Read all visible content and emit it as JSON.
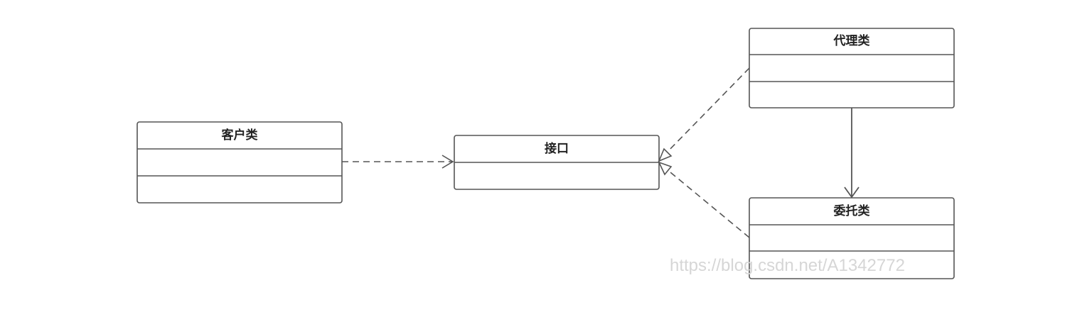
{
  "diagram": {
    "classes": {
      "client": {
        "title": "客户类"
      },
      "iface": {
        "title": "接口"
      },
      "proxy": {
        "title": "代理类"
      },
      "delegate": {
        "title": "委托类"
      }
    },
    "relations": [
      {
        "from": "客户类",
        "to": "接口",
        "style": "dashed-open-arrow"
      },
      {
        "from": "代理类",
        "to": "接口",
        "style": "dashed-hollow-triangle"
      },
      {
        "from": "委托类",
        "to": "接口",
        "style": "dashed-hollow-triangle"
      },
      {
        "from": "代理类",
        "to": "委托类",
        "style": "solid-open-arrow"
      }
    ]
  },
  "watermark": "https://blog.csdn.net/A1342772",
  "colors": {
    "stroke": "#555555",
    "text": "#222222",
    "watermark": "#d6d6d6",
    "background": "#ffffff"
  }
}
